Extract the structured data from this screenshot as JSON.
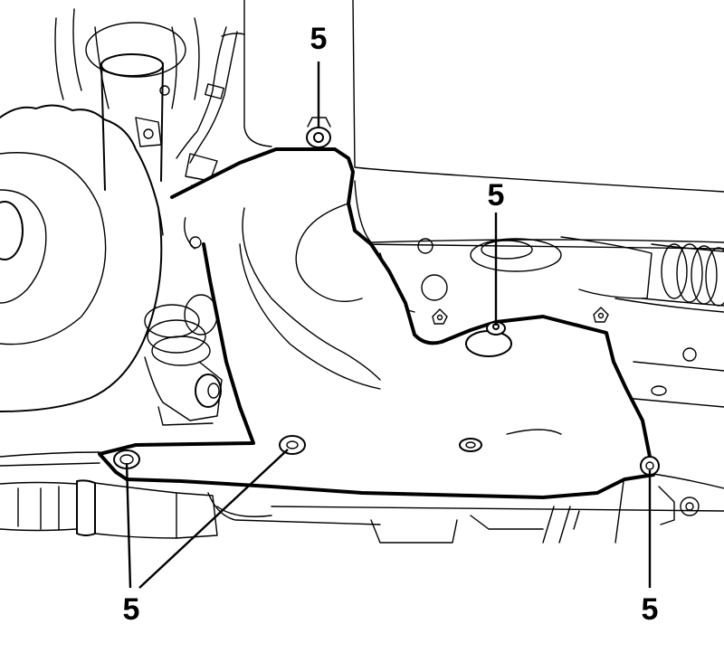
{
  "diagram": {
    "callouts": [
      {
        "id": "top",
        "label": "5"
      },
      {
        "id": "center",
        "label": "5"
      },
      {
        "id": "bottom-left",
        "label": "5"
      },
      {
        "id": "bottom-right",
        "label": "5"
      }
    ]
  }
}
